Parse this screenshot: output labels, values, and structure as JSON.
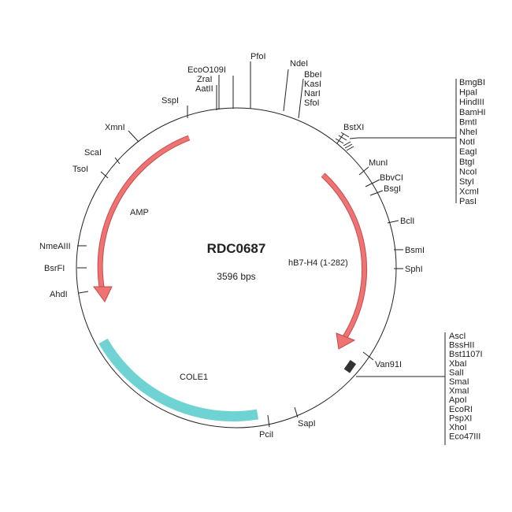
{
  "title": "RDC0687",
  "size": "3596 bps",
  "features": {
    "amp": "AMP",
    "hb7": "hB7-H4 (1-282)",
    "cole1": "COLE1"
  },
  "colors": {
    "arrow": "#e86a6a",
    "ori": "#6fd3d3"
  },
  "sites": {
    "pfoi": "PfoI",
    "eco": "EcoO109I",
    "zra": "ZraI",
    "aat": "AatII",
    "nde": "NdeI",
    "bbe": "BbeI",
    "kas": "KasI",
    "nar": "NarI",
    "sfo": "SfoI",
    "ssp": "SspI",
    "xmn": "XmnI",
    "sca": "ScaI",
    "tso": "TsoI",
    "nme": "NmeAIII",
    "bsrfi": "BsrFI",
    "ahd": "AhdI",
    "bstxi": "BstXI",
    "mun": "MunI",
    "bbvci": "BbvCI",
    "bsgi": "BsgI",
    "bcli": "BclI",
    "bsmi": "BsmI",
    "sphi": "SphI",
    "van": "Van91I",
    "pci": "PciI",
    "sap": "SapI"
  },
  "mcs1": [
    "BmgBI",
    "HpaI",
    "HindIII",
    "BamHI",
    "BmtI",
    "NheI",
    "NotI",
    "EagI",
    "BtgI",
    "NcoI",
    "StyI",
    "XcmI",
    "PasI"
  ],
  "mcs2": [
    "AscI",
    "BssHII",
    "Bst1107I",
    "XbaI",
    "SalI",
    "SmaI",
    "XmaI",
    "ApoI",
    "EcoRI",
    "PspXI",
    "XhoI",
    "Eco47III"
  ]
}
